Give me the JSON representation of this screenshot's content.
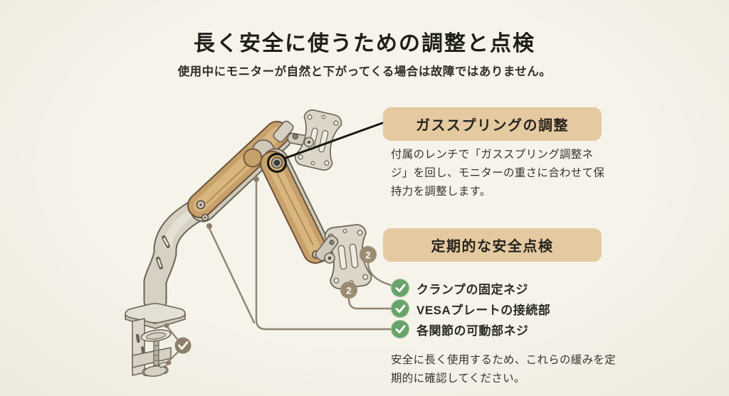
{
  "header": {
    "title": "長く安全に使うための調整と点検",
    "subtitle": "使用中にモニターが自然と下がってくる場合は故障ではありません。"
  },
  "gas_spring_section": {
    "heading": "ガススプリングの調整",
    "body": "付属のレンチで「ガススプリング調整ネジ」を回し、モニターの重さに合わせて保持力を調整します。"
  },
  "inspection_section": {
    "heading": "定期的な安全点検",
    "items": [
      {
        "label": "クランプの固定ネジ"
      },
      {
        "label": "VESAプレートの接続部"
      },
      {
        "label": "各関節の可動部ネジ"
      }
    ],
    "note": "安全に長く使用するため、これらの緩みを定期的に確認してください。"
  },
  "diagram": {
    "badges": [
      {
        "label": "2"
      },
      {
        "label": "2"
      }
    ]
  },
  "colors": {
    "background": "#f2f0e6",
    "panel": "#e5c9a0",
    "check_green": "#68a36a",
    "badge_taupe": "#9c8b73",
    "clamp_badge_taupe": "#8d7f6b",
    "connector": "#8f8271",
    "wood": "#c7a06b",
    "metal": "#d6d1c3",
    "callout_black": "#17150f",
    "ink": "#1f1e19"
  }
}
